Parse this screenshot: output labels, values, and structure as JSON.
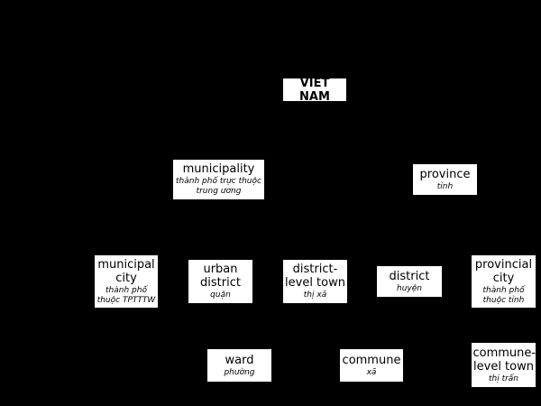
{
  "colors": {
    "background": "#000000",
    "node_fill": "#ffffff",
    "text": "#000000"
  },
  "nodes": {
    "root": {
      "en": "VIET NAM"
    },
    "municipality": {
      "en": "municipality",
      "vi": "thành phố trực thuộc trung ương"
    },
    "province": {
      "en": "province",
      "vi": "tỉnh"
    },
    "municipal_city": {
      "en": "municipal city",
      "vi": "thành phố thuộc TPTTTW"
    },
    "urban_district": {
      "en": "urban district",
      "vi": "quận"
    },
    "district_level_town": {
      "en": "district-level town",
      "vi": "thị xã"
    },
    "district": {
      "en": "district",
      "vi": "huyện"
    },
    "provincial_city": {
      "en": "provincial city",
      "vi": "thành phố thuộc tỉnh"
    },
    "ward": {
      "en": "ward",
      "vi": "phường"
    },
    "commune": {
      "en": "commune",
      "vi": "xã"
    },
    "commune_level_town": {
      "en": "commune-level town",
      "vi": "thị trấn"
    }
  }
}
